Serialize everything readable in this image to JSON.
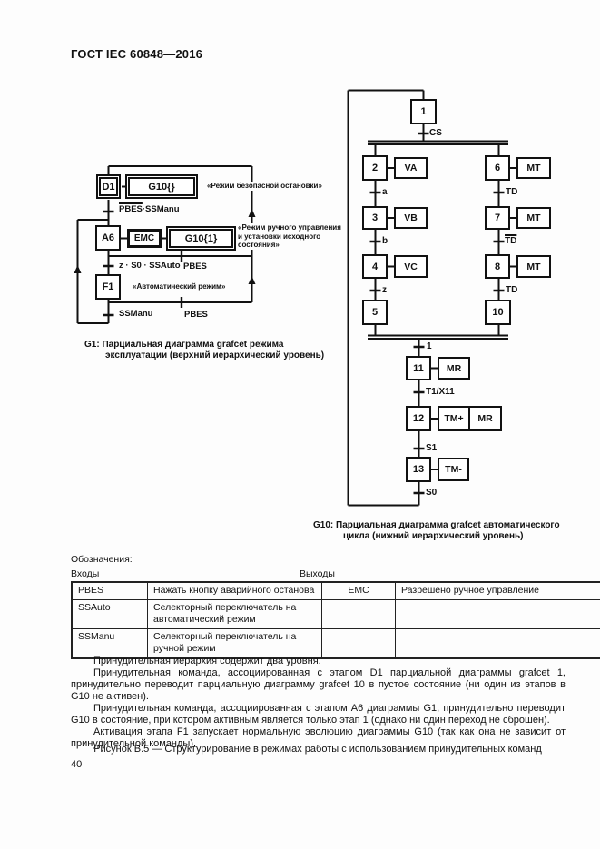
{
  "page": {
    "header": "ГОСТ IEC 60848—2016",
    "page_number": "40"
  },
  "g1": {
    "caption1": "G1: Парциальная диаграмма grafcet режима",
    "caption2": "эксплуатации (верхний иерархический уровень)",
    "steps": {
      "d1": "D1",
      "a6": "A6",
      "f1": "F1"
    },
    "actions": {
      "g10_all": "G10{}",
      "emc": "EMC",
      "g10_1": "G10{1}"
    },
    "comments": {
      "safe": "«Режим безопасной остановки»",
      "manual1": "«Режим ручного управления",
      "manual2": "и установки исходного",
      "manual3": "состояния»",
      "auto": "«Автоматический режим»"
    },
    "transitions": {
      "t1_ov": "PBES",
      "t1_rest": "·SSManu",
      "t2": "z · S0 · SSAuto",
      "t2b": "PBES",
      "t3": "SSManu",
      "t3b": "PBES"
    }
  },
  "g10": {
    "caption1": "G10: Парциальная диаграмма grafcet автоматического",
    "caption2": "цикла (нижний иерархический уровень)",
    "steps": {
      "s1": "1",
      "s2": "2",
      "s3": "3",
      "s4": "4",
      "s5": "5",
      "s6": "6",
      "s7": "7",
      "s8": "8",
      "s10": "10",
      "s11": "11",
      "s12": "12",
      "s13": "13"
    },
    "actions": {
      "a2": "VA",
      "a3": "VB",
      "a4": "VC",
      "a6": "MT",
      "a7": "MT",
      "a8": "MT",
      "a11": "MR",
      "a12a": "TM+",
      "a12b": "MR",
      "a13": "TM-"
    },
    "transitions": {
      "cs": "CS",
      "a": "a",
      "b": "b",
      "z": "z",
      "td1": "TD",
      "td2": "TD",
      "td3": "TD",
      "conv": "1",
      "t1x11": "T1/X11",
      "s1": "S1",
      "s0": "S0"
    }
  },
  "legend": {
    "title": "Обозначения:",
    "inputs": "Входы",
    "outputs": "Выходы",
    "rows": [
      {
        "in_code": "PBES",
        "in_desc": "Нажать кнопку аварийного останова",
        "out_code": "EMC",
        "out_desc": "Разрешено ручное управление"
      },
      {
        "in_code": "SSAuto",
        "in_desc": "Селекторный переключатель на автоматический режим",
        "out_code": "",
        "out_desc": ""
      },
      {
        "in_code": "SSManu",
        "in_desc": "Селекторный переключатель на ручной режим",
        "out_code": "",
        "out_desc": ""
      }
    ]
  },
  "notes": {
    "p1": "Принудительная иерархия содержит два уровня.",
    "p2": "Принудительная команда, ассоциированная с этапом D1 парциальной диаграммы grafcet 1, принудительно переводит парциальную диаграмму grafcet 10 в пустое состояние (ни один из этапов в G10 не активен).",
    "p3": "Принудительная команда, ассоциированная с этапом А6 диаграммы G1, принудительно переводит G10 в состояние, при котором активным является только этап 1 (однако ни один переход не сброшен).",
    "p4": "Активация этапа F1 запускает нормальную эволюцию диаграммы G10 (так как она не зависит от принудительной команды)."
  },
  "figure_caption": "Рисунок В.5 — Структурирование в режимах работы с использованием принудительных команд"
}
